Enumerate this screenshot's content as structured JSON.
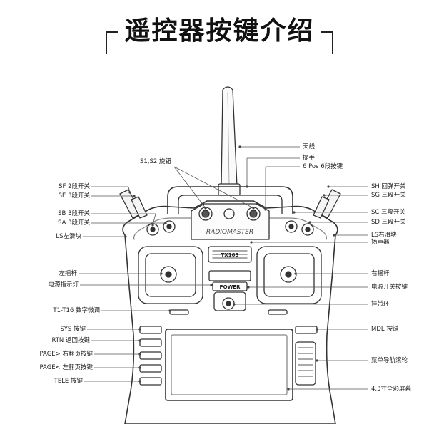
{
  "page": {
    "title": "遥控器按键介绍"
  },
  "labels_left": [
    {
      "id": "sf",
      "text": "SF 2段开关"
    },
    {
      "id": "se",
      "text": "SE 3段开关"
    },
    {
      "id": "sb",
      "text": "SB 3段开关"
    },
    {
      "id": "sa",
      "text": "SA 3段开关"
    },
    {
      "id": "ls",
      "text": "LS左滑块"
    },
    {
      "id": "lstick",
      "text": "左摇杆"
    },
    {
      "id": "powerled",
      "text": "电源指示灯"
    },
    {
      "id": "trim",
      "text": "T1-T16 数字微调"
    },
    {
      "id": "sys",
      "text": "SYS 按键"
    },
    {
      "id": "rtn",
      "text": "RTN 返回按键"
    },
    {
      "id": "pagenext",
      "text": "PAGE> 右翻页按键"
    },
    {
      "id": "pageprev",
      "text": "PAGE< 左翻页按键"
    },
    {
      "id": "tele",
      "text": "TELE 按键"
    }
  ],
  "labels_right": [
    {
      "id": "antenna",
      "text": "天线"
    },
    {
      "id": "handle",
      "text": "提手"
    },
    {
      "id": "sixpos",
      "text": "6 Pos 6段按键"
    },
    {
      "id": "sh",
      "text": "SH 回弹开关"
    },
    {
      "id": "sg",
      "text": "SG 三段开关"
    },
    {
      "id": "sc",
      "text": "SC 三段开关"
    },
    {
      "id": "sd",
      "text": "SD 三段开关"
    },
    {
      "id": "rs",
      "text": "LS右滑块"
    },
    {
      "id": "speaker",
      "text": "扬声器"
    },
    {
      "id": "rstick",
      "text": "右摇杆"
    },
    {
      "id": "powerbtn",
      "text": "电源开关按键"
    },
    {
      "id": "lanyard",
      "text": "挂带环"
    },
    {
      "id": "mdl",
      "text": "MDL 按键"
    },
    {
      "id": "wheel",
      "text": "菜单导航滚轮"
    },
    {
      "id": "screen",
      "text": "4.3寸全彩屏幕"
    }
  ],
  "labels_top": {
    "s1s2": "S1,S2 旋钮"
  },
  "device": {
    "brand_text": "RADIOMASTER",
    "model_text": "TX16S",
    "power_text": "POWER"
  }
}
